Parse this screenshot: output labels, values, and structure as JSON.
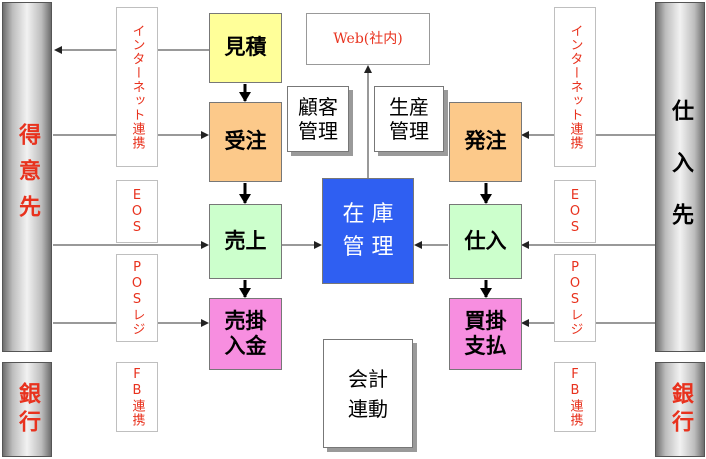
{
  "left_party": {
    "customer": "得意先",
    "bank": "銀行"
  },
  "right_party": {
    "supplier": "仕入先",
    "bank": "銀行"
  },
  "web": "Web(社内)",
  "center": {
    "mitsumori": "見積",
    "juchu": "受注",
    "uriage": "売上",
    "urikake": "売掛\n入金",
    "kokyaku": "顧客\n管理",
    "seisan": "生産\n管理",
    "zaiko": "在 庫\n管 理",
    "hacchu": "発注",
    "shiire": "仕入",
    "kaikake": "買掛\n支払",
    "kaikei": "会計\n連動"
  },
  "left_tags": {
    "internet": "インターネット連携",
    "eos": "EOS",
    "pos": "POSレジ",
    "fb": "FB連携"
  },
  "right_tags": {
    "internet": "インターネット連携",
    "eos": "EOS",
    "pos": "POSレジ",
    "fb": "FB連携"
  },
  "colors": {
    "yellow": "#ffff99",
    "orange": "#fcc98a",
    "green": "#ccffcc",
    "pink": "#f78ee0",
    "blue": "#2f5ff2",
    "label_red": "#e8321e"
  }
}
